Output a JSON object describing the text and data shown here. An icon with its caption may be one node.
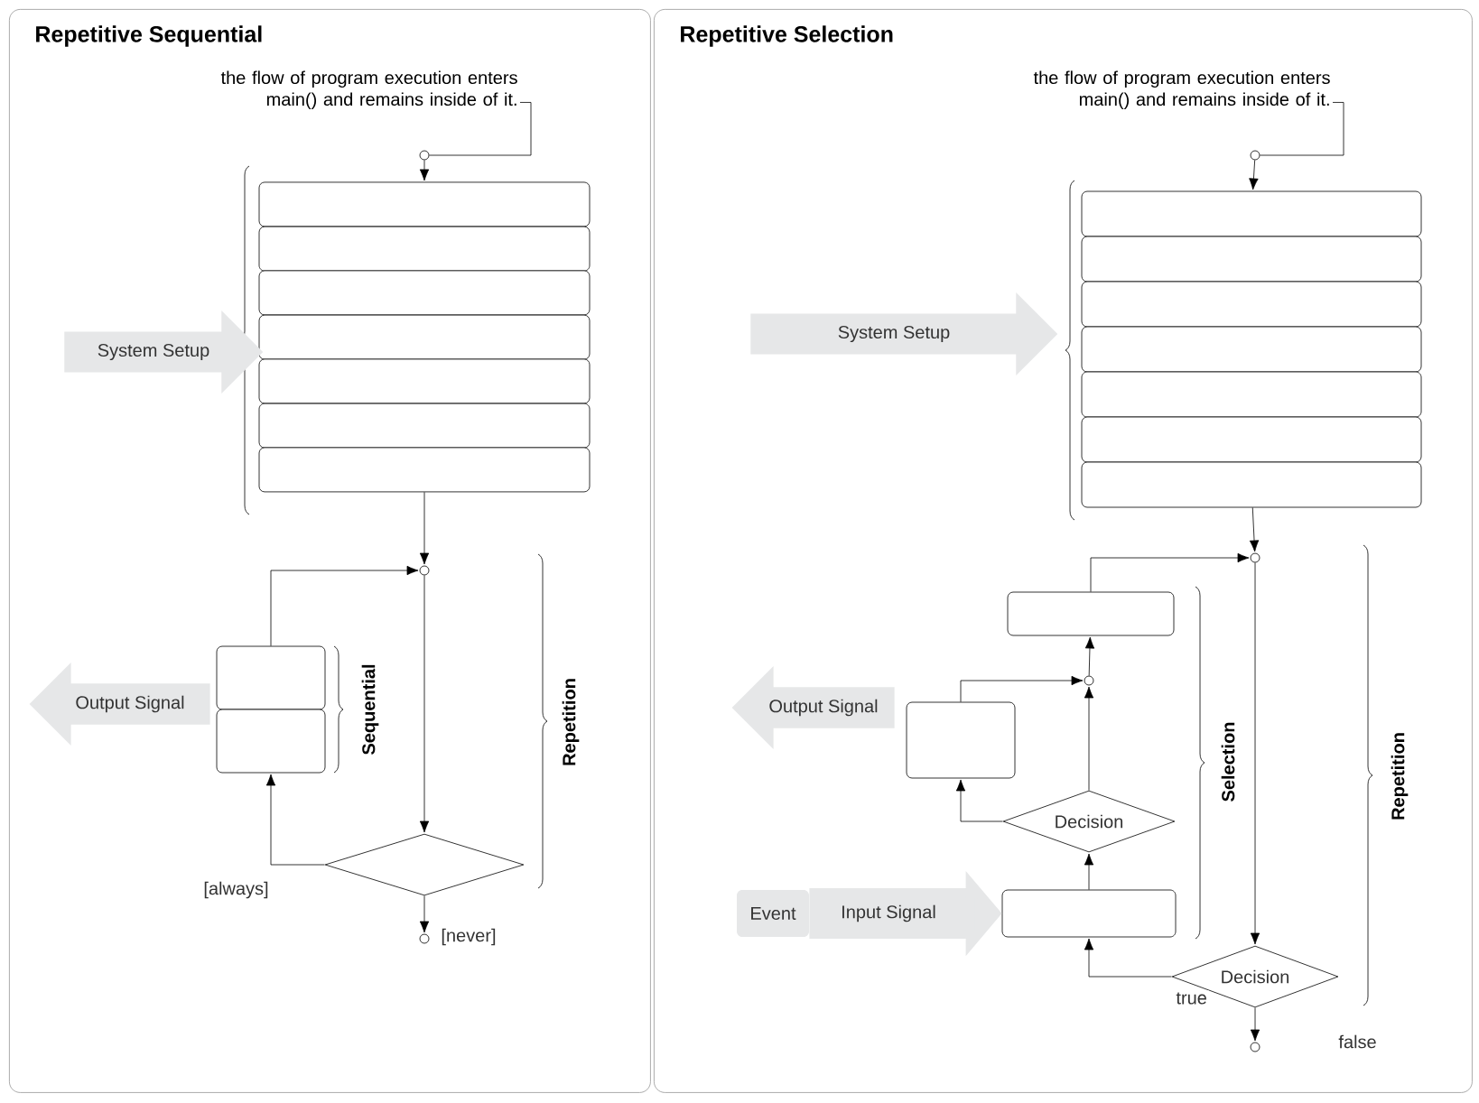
{
  "diagram": {
    "nodes": [
      {
        "text": [
          "Repetitive Sequential"
        ]
      },
      {
        "text": [
          "the flow of program execution enters main() and remains inside of it."
        ],
        "in": 0
      },
      {
        "text": [],
        "shape": "circle",
        "in": 0
      },
      {
        "text": [],
        "shape": "box",
        "in": 0
      },
      {
        "text": [],
        "shape": "box",
        "in": 0
      },
      {
        "text": [],
        "shape": "box",
        "in": 0
      },
      {
        "text": [],
        "shape": "box",
        "in": 0
      },
      {
        "text": [],
        "shape": "box",
        "in": 0
      },
      {
        "text": [],
        "shape": "box",
        "in": 0
      },
      {
        "text": [],
        "shape": "box",
        "in": 0
      },
      {
        "text": [
          "System Setup"
        ],
        "in": 0
      },
      {
        "text": [],
        "shape": "circle",
        "in": 0
      },
      {
        "text": [],
        "shape": "box",
        "in": 0
      },
      {
        "text": [],
        "shape": "box",
        "in": 0
      },
      {
        "text": [
          "Output Signal"
        ],
        "in": 0
      },
      {
        "text": [],
        "shape": "diamond",
        "in": 0
      },
      {
        "text": [],
        "shape": "circle",
        "in": 0
      },
      {
        "text": [
          "Repetitive Selection"
        ]
      },
      {
        "text": [
          "the flow of program execution enters main() and remains inside of it."
        ],
        "in": 17
      },
      {
        "text": [],
        "shape": "circle",
        "in": 17
      },
      {
        "text": [],
        "shape": "box",
        "in": 17
      },
      {
        "text": [],
        "shape": "box",
        "in": 17
      },
      {
        "text": [],
        "shape": "box",
        "in": 17
      },
      {
        "text": [],
        "shape": "box",
        "in": 17
      },
      {
        "text": [],
        "shape": "box",
        "in": 17
      },
      {
        "text": [],
        "shape": "box",
        "in": 17
      },
      {
        "text": [],
        "shape": "box",
        "in": 17
      },
      {
        "text": [
          "System Setup"
        ],
        "in": 17
      },
      {
        "text": [],
        "shape": "circle",
        "in": 17
      },
      {
        "text": [],
        "shape": "box",
        "in": 17
      },
      {
        "text": [],
        "shape": "circle",
        "in": 17
      },
      {
        "text": [],
        "shape": "box",
        "in": 17
      },
      {
        "text": [
          "Output Signal"
        ],
        "in": 17
      },
      {
        "text": [
          "Decision"
        ],
        "in": 17
      },
      {
        "text": [],
        "shape": "box",
        "in": 17
      },
      {
        "text": [
          "Event"
        ],
        "in": 17
      },
      {
        "text": [
          "Decision"
        ],
        "in": 17
      },
      {
        "text": [],
        "shape": "circle",
        "in": 17
      }
    ],
    "edges": [
      {
        "from": 1,
        "to": 2,
        "arrow": "none"
      },
      {
        "from": 2,
        "to": 3,
        "arrow": "to"
      },
      {
        "from": 9,
        "to": 11,
        "arrow": "to"
      },
      {
        "from": 11,
        "to": 15,
        "arrow": "to"
      },
      {
        "from": 15,
        "to": 13,
        "arrow": "to",
        "label": "[always]"
      },
      {
        "from": 12,
        "to": 11,
        "arrow": "to"
      },
      {
        "from": 15,
        "to": 16,
        "arrow": "to",
        "label": "[never]"
      },
      {
        "from": 18,
        "to": 19,
        "arrow": "none"
      },
      {
        "from": 19,
        "to": 20,
        "arrow": "to"
      },
      {
        "from": 26,
        "to": 28,
        "arrow": "to"
      },
      {
        "from": 28,
        "to": 36,
        "arrow": "to"
      },
      {
        "from": 36,
        "to": 34,
        "arrow": "to",
        "label": "true"
      },
      {
        "from": 34,
        "to": 33,
        "arrow": "to"
      },
      {
        "from": 33,
        "to": 31,
        "arrow": "to"
      },
      {
        "from": 33,
        "to": 30,
        "arrow": "to"
      },
      {
        "from": 31,
        "to": 30,
        "arrow": "to"
      },
      {
        "from": 30,
        "to": 29,
        "arrow": "to"
      },
      {
        "from": 29,
        "to": 28,
        "arrow": "to"
      },
      {
        "from": 36,
        "to": 37,
        "arrow": "to",
        "label": "false"
      },
      {
        "from": 35,
        "to": 34,
        "arrow": "to",
        "label": "Input Signal",
        "style": "thick",
        "color": "#e6e7e8"
      }
    ],
    "labels": [
      "Sequential",
      "Repetition",
      "Selection",
      "Repetition"
    ]
  }
}
